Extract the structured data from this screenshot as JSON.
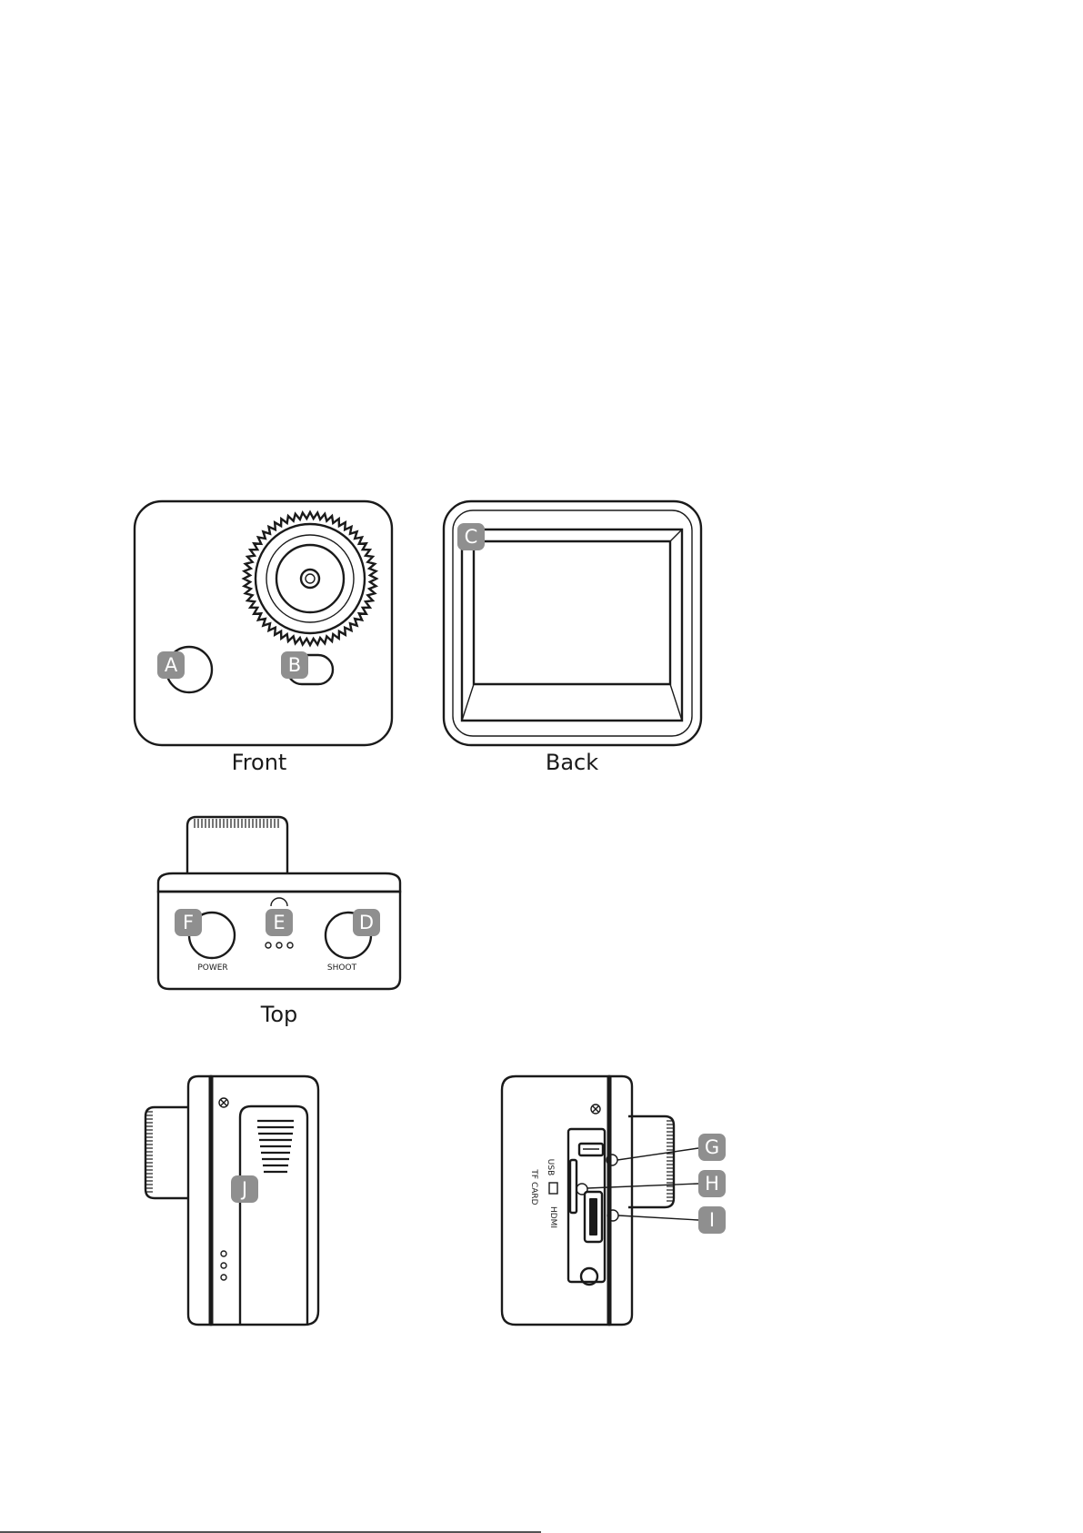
{
  "views": {
    "front": "Front",
    "back": "Back",
    "top": "Top"
  },
  "buttons": {
    "power": "POWER",
    "shoot": "SHOOT"
  },
  "ports": {
    "usb": "USB",
    "tf_card": "TF CARD",
    "hdmi": "HDMI"
  },
  "callouts": {
    "a": "A",
    "b": "B",
    "c": "C",
    "d": "D",
    "e": "E",
    "f": "F",
    "g": "G",
    "h": "H",
    "i": "I",
    "j": "J"
  },
  "colors": {
    "line": "#1a1a1a",
    "callout": "#8f8f8f"
  }
}
